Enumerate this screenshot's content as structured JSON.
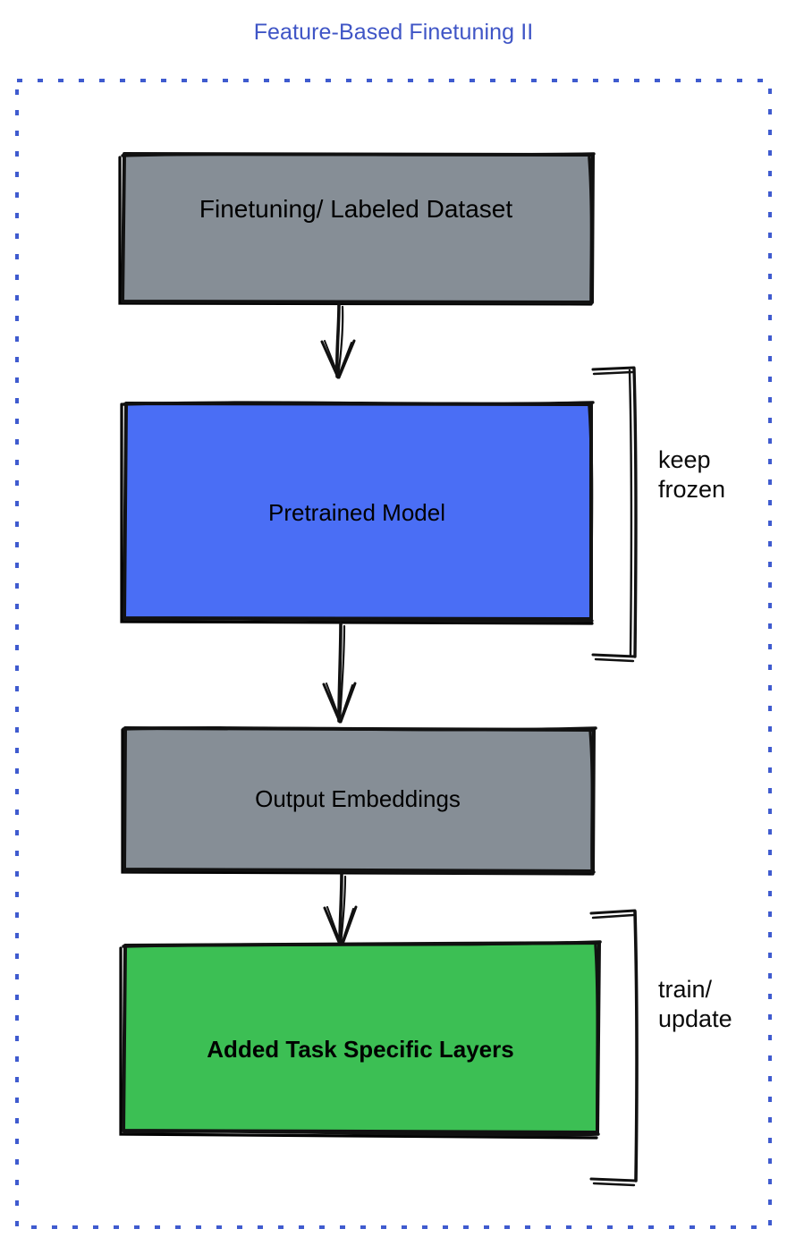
{
  "title": "Feature-Based Finetuning II",
  "colors": {
    "title": "#3f55c6",
    "dashed_border": "#3f5bcf",
    "gray_box": "#868e96",
    "blue_box": "#4a6ef5",
    "green_box": "#3cbf54",
    "stroke": "#111111",
    "text": "#000000",
    "background": "#ffffff"
  },
  "diagram": {
    "type": "flowchart",
    "orientation": "top-to-bottom",
    "container": {
      "style": "dashed",
      "color": "#3f5bcf"
    },
    "nodes": [
      {
        "id": "dataset",
        "label": "Finetuning/ Labeled Dataset",
        "fill": "#868e96",
        "shape": "rect"
      },
      {
        "id": "pretrained",
        "label": "Pretrained Model",
        "fill": "#4a6ef5",
        "shape": "rect"
      },
      {
        "id": "embeddings",
        "label": "Output Embeddings",
        "fill": "#868e96",
        "shape": "rect"
      },
      {
        "id": "task_layers",
        "label": "Added Task Specific Layers",
        "fill": "#3cbf54",
        "shape": "rect"
      }
    ],
    "edges": [
      {
        "from": "dataset",
        "to": "pretrained",
        "style": "arrow"
      },
      {
        "from": "pretrained",
        "to": "embeddings",
        "style": "arrow"
      },
      {
        "from": "embeddings",
        "to": "task_layers",
        "style": "arrow"
      }
    ],
    "annotations": [
      {
        "id": "keep_frozen",
        "target": "pretrained",
        "label": "keep\nfrozen",
        "bracket": "right"
      },
      {
        "id": "train_update",
        "target": "task_layers",
        "label": "train/\nupdate",
        "bracket": "right"
      }
    ]
  }
}
